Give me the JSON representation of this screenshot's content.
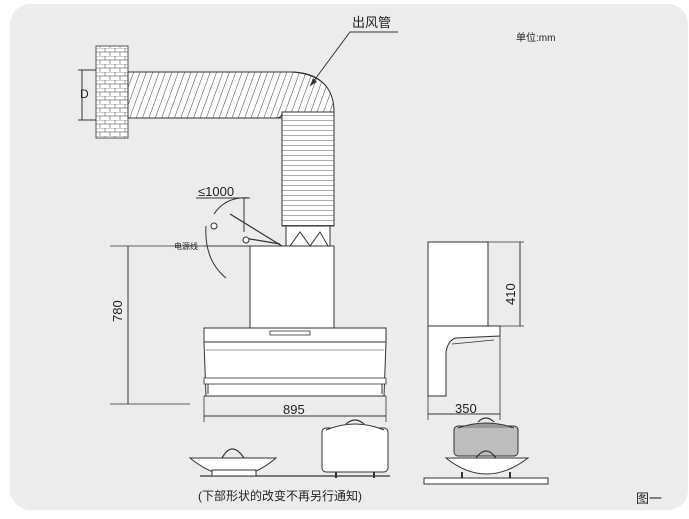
{
  "labels": {
    "duct": "出风管",
    "unit": "单位:mm",
    "d_label": "D",
    "max_1000": "≤1000",
    "power_cord": "电源线",
    "dim_780": "780",
    "dim_895": "895",
    "dim_410": "410",
    "dim_350": "350",
    "note": "(下部形状的改变不再另行通知)",
    "figure": "图一"
  },
  "colors": {
    "panel": "#ececec",
    "line": "#333333",
    "hood": "#ffffff",
    "pot_fill": "#999999"
  }
}
